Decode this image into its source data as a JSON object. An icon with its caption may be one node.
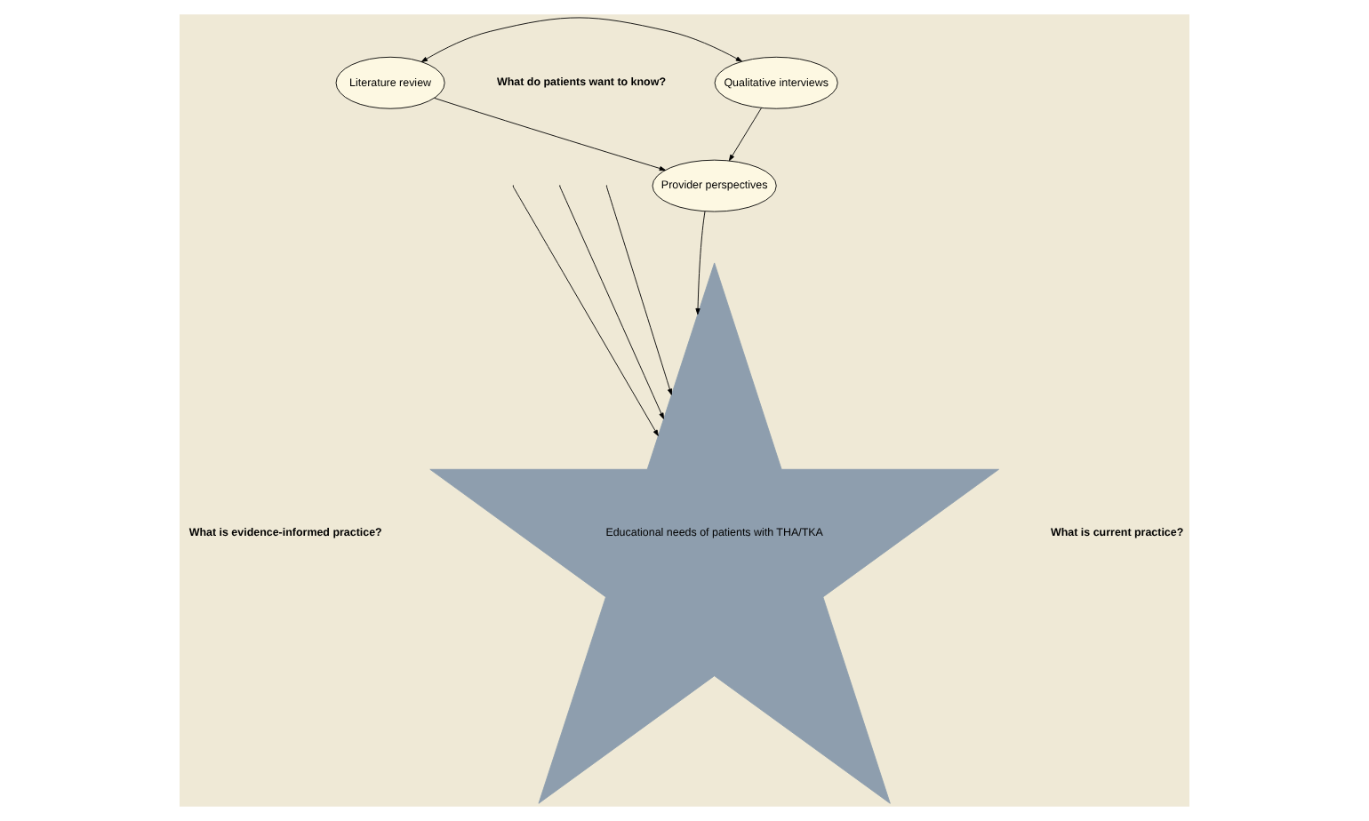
{
  "diagram": {
    "nodes": [
      {
        "text": [
          "Literature review"
        ]
      },
      {
        "text": [
          "Qualitative interviews"
        ]
      },
      {
        "text": [
          "Educational needs of patients with THA/TKA"
        ]
      },
      {
        "text": [
          "Provider perspectives"
        ]
      }
    ],
    "edges": [
      {
        "from": 0,
        "to": 1,
        "arrow": "both"
      },
      {
        "from": null,
        "to": 2,
        "arrow": "to"
      },
      {
        "from": 0,
        "to": 3,
        "arrow": "to"
      },
      {
        "from": null,
        "to": 2,
        "arrow": "to"
      },
      {
        "from": 1,
        "to": 3,
        "arrow": "to"
      },
      {
        "from": null,
        "to": 2,
        "arrow": "to"
      },
      {
        "from": 3,
        "to": 2,
        "arrow": "to"
      }
    ],
    "labels": [
      "What do patients want to know?",
      "What is evidence-informed practice?",
      "What is current practice?"
    ]
  }
}
